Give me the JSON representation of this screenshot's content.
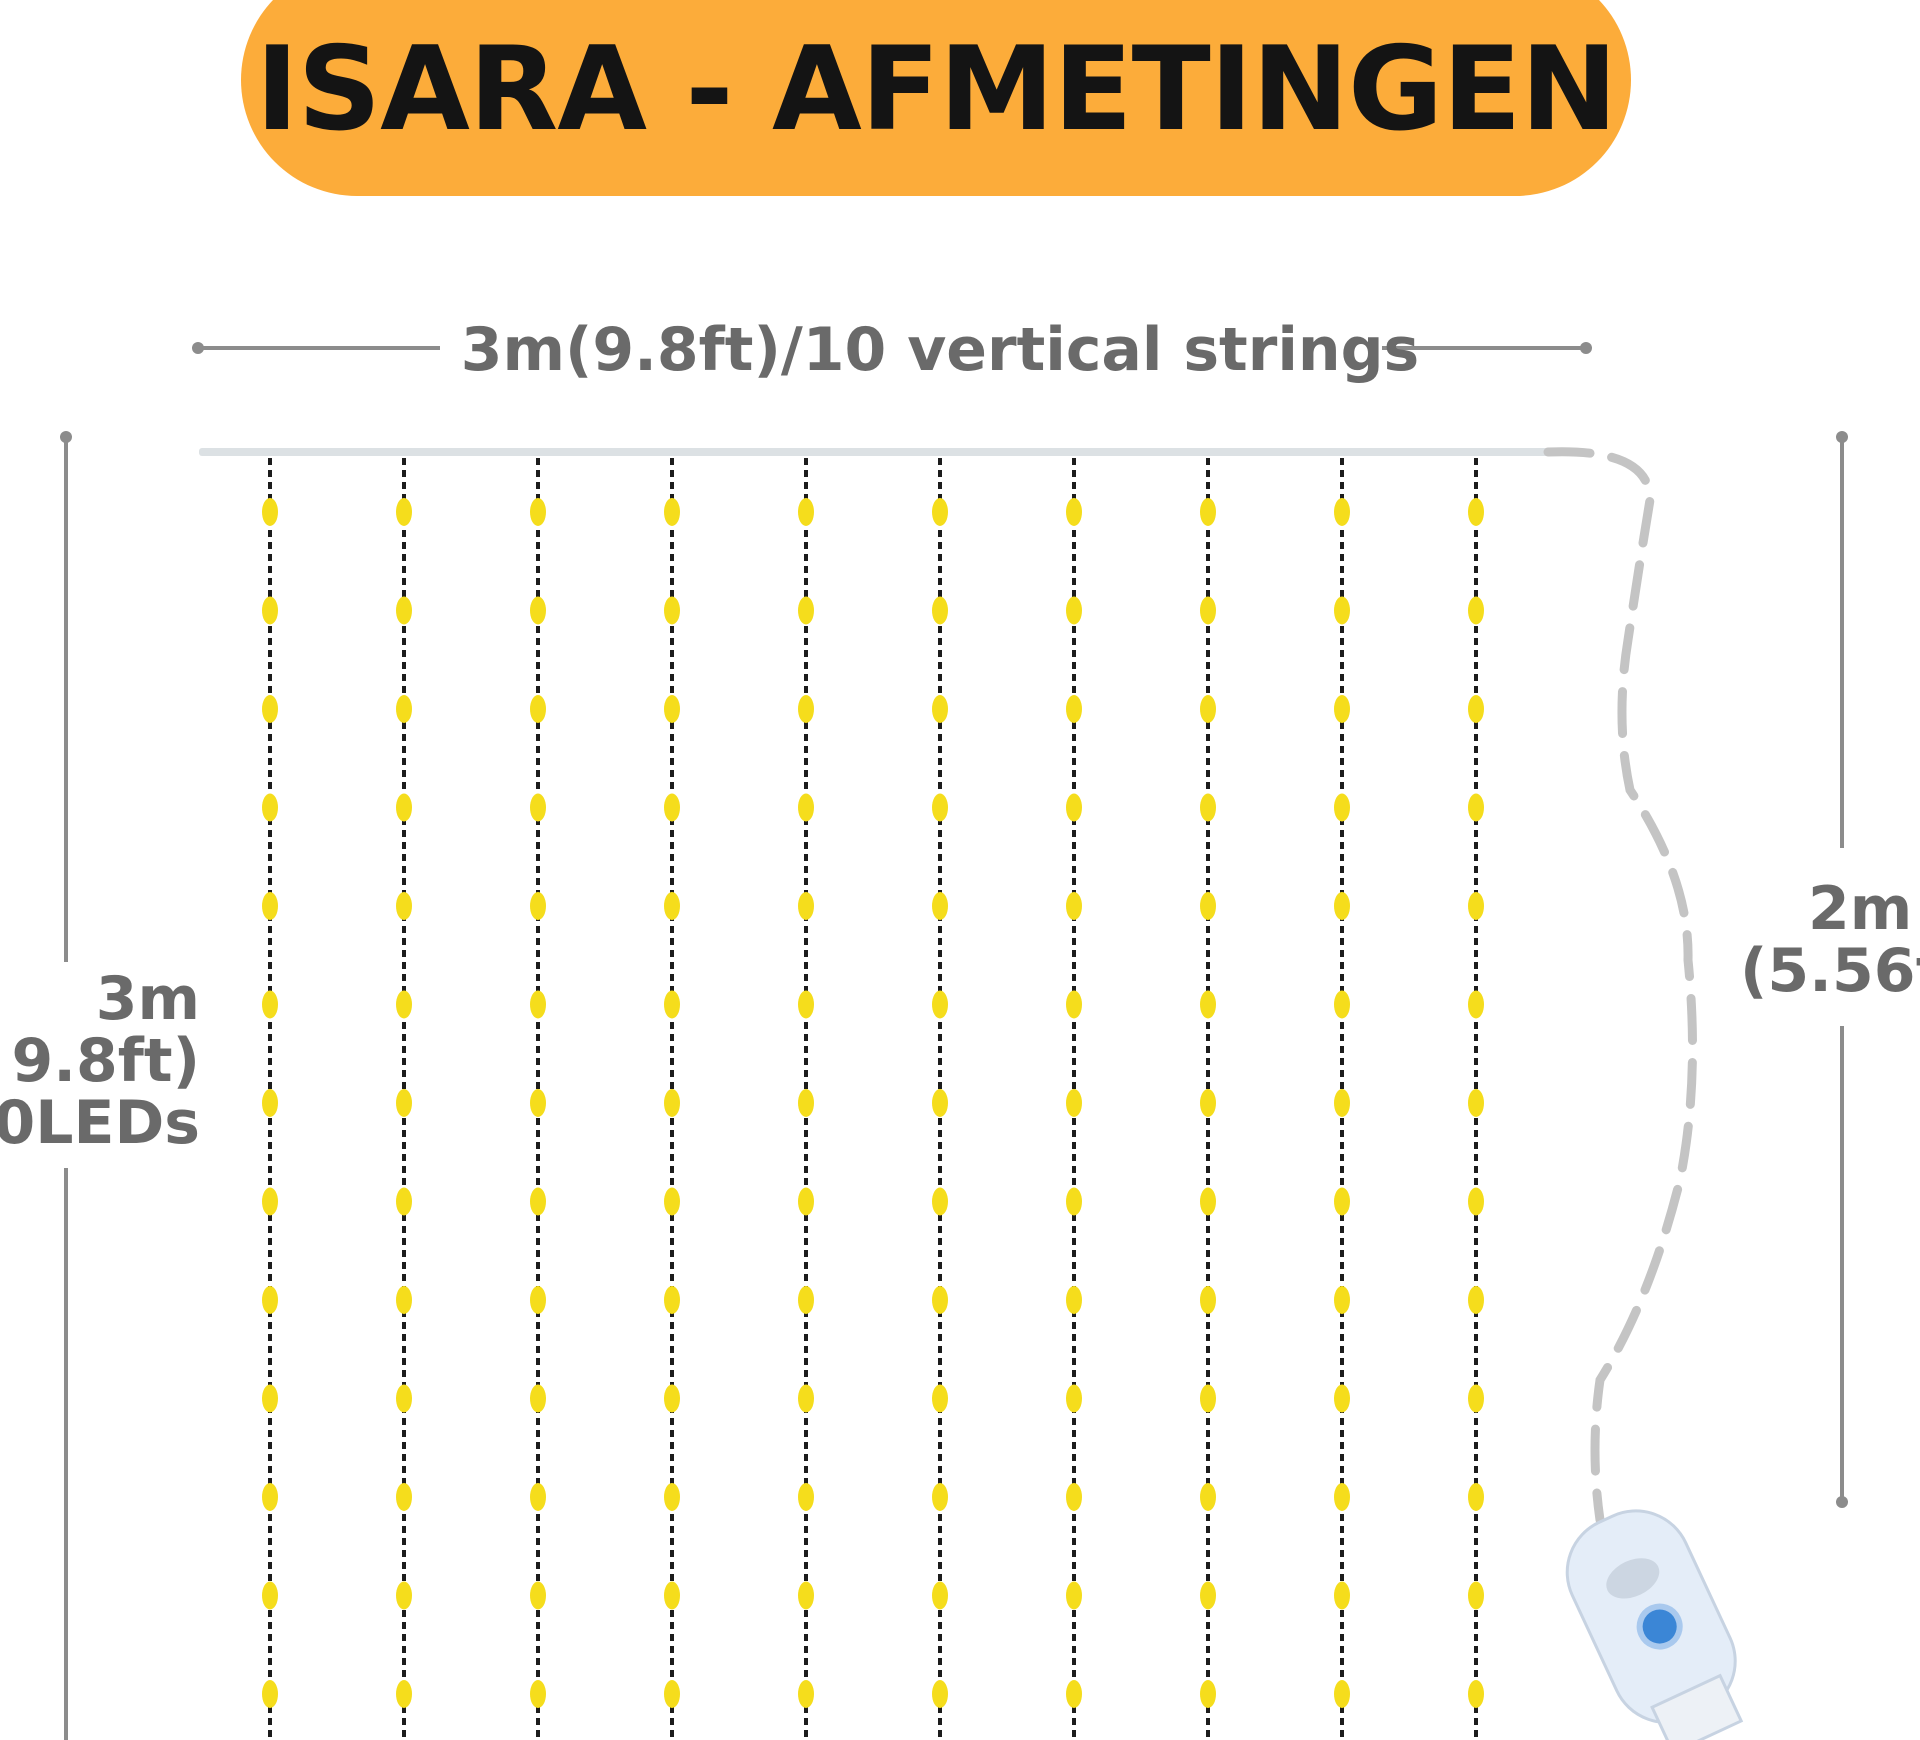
{
  "title": "ISARA - AFMETINGEN",
  "width_label": "3m(9.8ft)/10 vertical strings",
  "height_label": {
    "line1": "3m",
    "line2": "9.8ft)",
    "line3": "0LEDs"
  },
  "cable_label": {
    "line1": "2m",
    "line2": "(5.56f"
  },
  "curtain": {
    "vertical_strings": 10
  },
  "colors": {
    "title_pill": "#fcac3a",
    "title_text": "#141414",
    "label_text": "#6a6a6a",
    "led": "#f5dd1c",
    "wire": "#1c1c1c",
    "dimension_line": "#8c8c8c",
    "cable": "#c4c4c4",
    "controller": "#e4edf8",
    "button": "#3b86d6"
  }
}
